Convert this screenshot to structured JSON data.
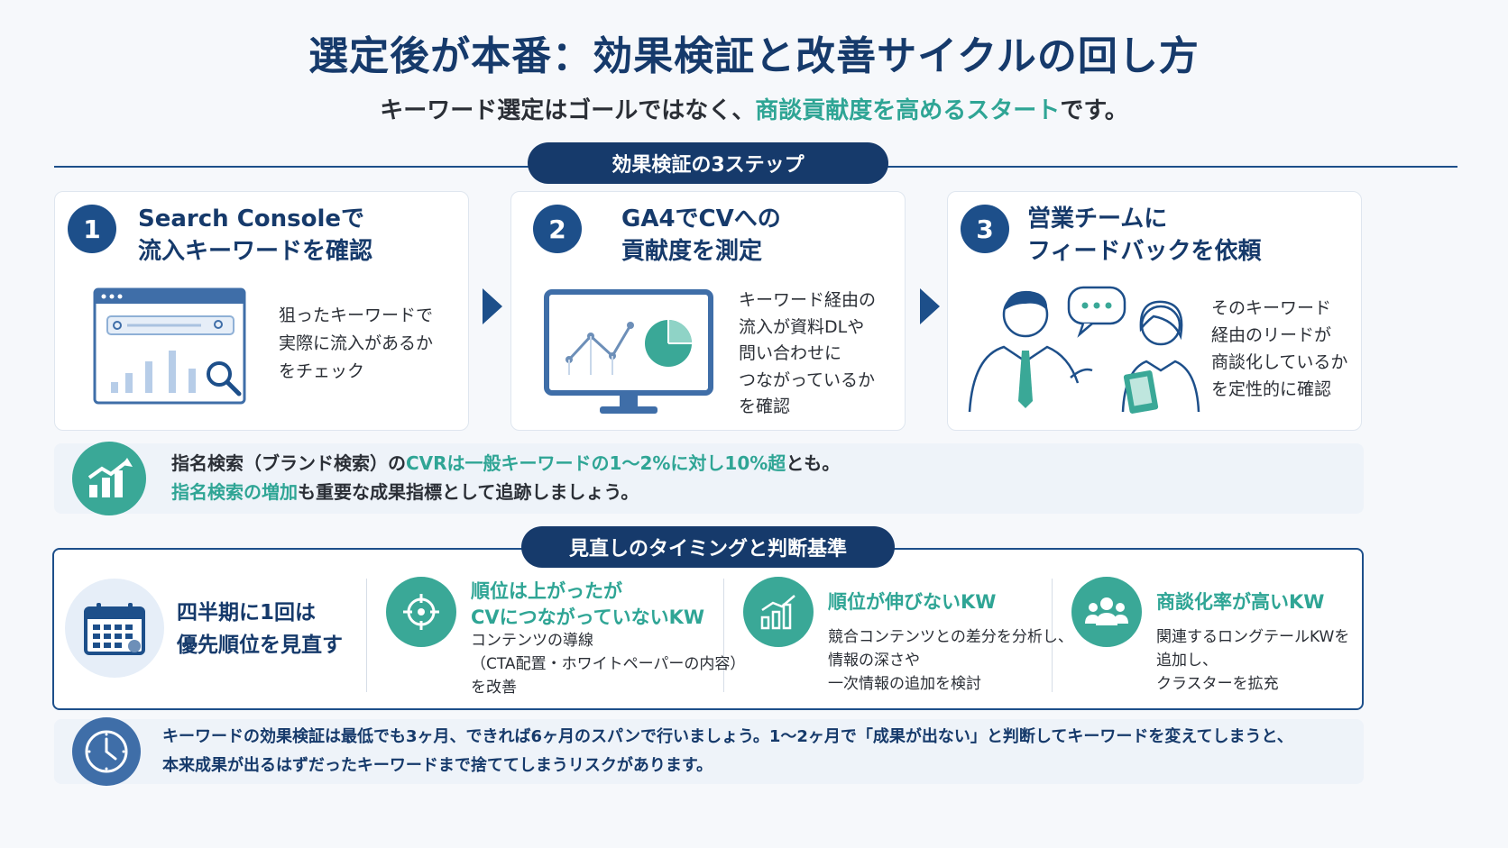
{
  "title": "選定後が本番：効果検証と改善サイクルの回し方",
  "subtitle": {
    "pre": "キーワード選定はゴールではなく、",
    "highlight": "商談貢献度を高めるスタート",
    "post": "です。"
  },
  "steps_section": {
    "label": "効果検証の3ステップ",
    "steps": [
      {
        "number": "1",
        "title": [
          "Search Consoleで",
          "流入キーワードを確認"
        ],
        "desc": [
          "狙ったキーワードで",
          "実際に流入があるか",
          "をチェック"
        ],
        "icon": "search-browser-icon"
      },
      {
        "number": "2",
        "title": [
          "GA4でCVへの",
          "貢献度を測定"
        ],
        "desc": [
          "キーワード経由の",
          "流入が資料DLや",
          "問い合わせに",
          "つながっているか",
          "を確認"
        ],
        "icon": "analytics-monitor-icon"
      },
      {
        "number": "3",
        "title": [
          "営業チームに",
          "フィードバックを依頼"
        ],
        "desc": [
          "そのキーワード",
          "経由のリードが",
          "商談化しているか",
          "を定性的に確認"
        ],
        "icon": "team-conversation-icon"
      }
    ]
  },
  "cvr_note": {
    "line1_pre": "指名検索（ブランド検索）の",
    "line1_hl": "CVRは一般キーワードの1〜2%に対し10%超",
    "line1_post": "とも。",
    "line2_hl": "指名検索の増加",
    "line2_post": "も重要な成果指標として追跡しましょう。"
  },
  "timing_section": {
    "label": "見直しのタイミングと判断基準",
    "quarterly": [
      "四半期に1回は",
      "優先順位を見直す"
    ],
    "criteria": [
      {
        "heading": [
          "順位は上がったが",
          "CVにつながっていないKW"
        ],
        "body": [
          "コンテンツの導線",
          "（CTA配置・ホワイトペーパーの内容）",
          "を改善"
        ],
        "icon": "target-icon"
      },
      {
        "heading": [
          "順位が伸びないKW"
        ],
        "body": [
          "競合コンテンツとの差分を分析し、",
          "情報の深さや",
          "一次情報の追加を検討"
        ],
        "icon": "bar-chart-icon"
      },
      {
        "heading": [
          "商談化率が高いKW"
        ],
        "body": [
          "関連するロングテールKWを",
          "追加し、",
          "クラスターを拡充"
        ],
        "icon": "people-icon"
      }
    ]
  },
  "footer_note": [
    "キーワードの効果検証は最低でも3ヶ月、できれば6ヶ月のスパンで行いましょう。1〜2ヶ月で「成果が出ない」と判断してキーワードを変えてしまうと、",
    "本来成果が出るはずだったキーワードまで捨ててしまうリスクがあります。"
  ],
  "colors": {
    "navy": "#163a6b",
    "blue": "#1d4f8a",
    "teal": "#2fa595"
  }
}
